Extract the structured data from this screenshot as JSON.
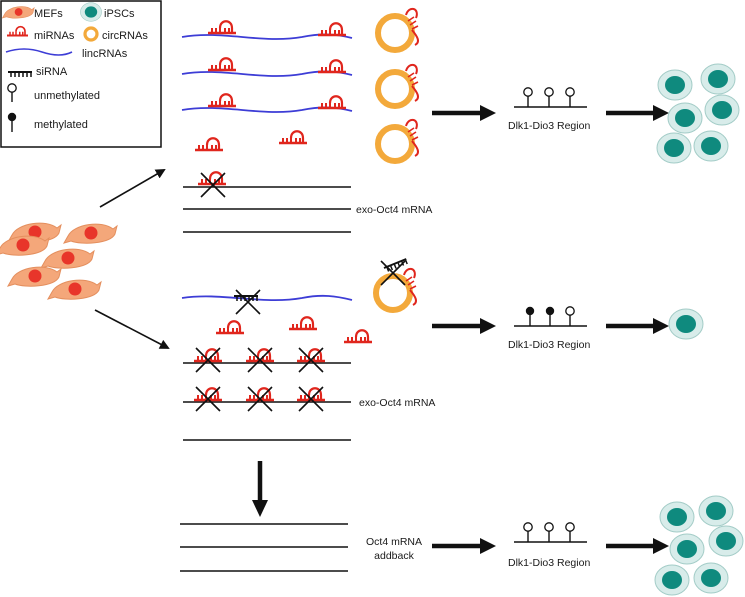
{
  "legend": {
    "mefs": "MEFs",
    "ipscs": "iPSCs",
    "mirnas": "miRNAs",
    "circrnas": "circRNAs",
    "lincrnas": "lincRNAs",
    "sirna": "siRNA",
    "unmethylated": "unmethylated",
    "methylated": "methylated"
  },
  "labels": {
    "exo_oct4_top": "exo-Oct4 mRNA",
    "exo_oct4_middle": "exo-Oct4 mRNA",
    "oct4_addback_line1": "Oct4 mRNA",
    "oct4_addback_line2": "addback",
    "region_top": "Dlk1-Dio3 Region",
    "region_middle": "Dlk1-Dio3 Region",
    "region_bottom": "Dlk1-Dio3 Region"
  },
  "colors": {
    "mef_fill": "#f4a77a",
    "mef_nucleus": "#e8352a",
    "mirna": "#e0261d",
    "lincrna": "#3d3dd6",
    "circrna": "#f3a93b",
    "ipsc_outer": "#d8ecea",
    "ipsc_nucleus": "#0f8a7e",
    "ink": "#111111"
  },
  "pathways": {
    "top_methylation": [
      "unmethylated",
      "unmethylated",
      "unmethylated"
    ],
    "middle_methylation": [
      "methylated",
      "methylated",
      "unmethylated"
    ],
    "bottom_methylation": [
      "unmethylated",
      "unmethylated",
      "unmethylated"
    ]
  }
}
